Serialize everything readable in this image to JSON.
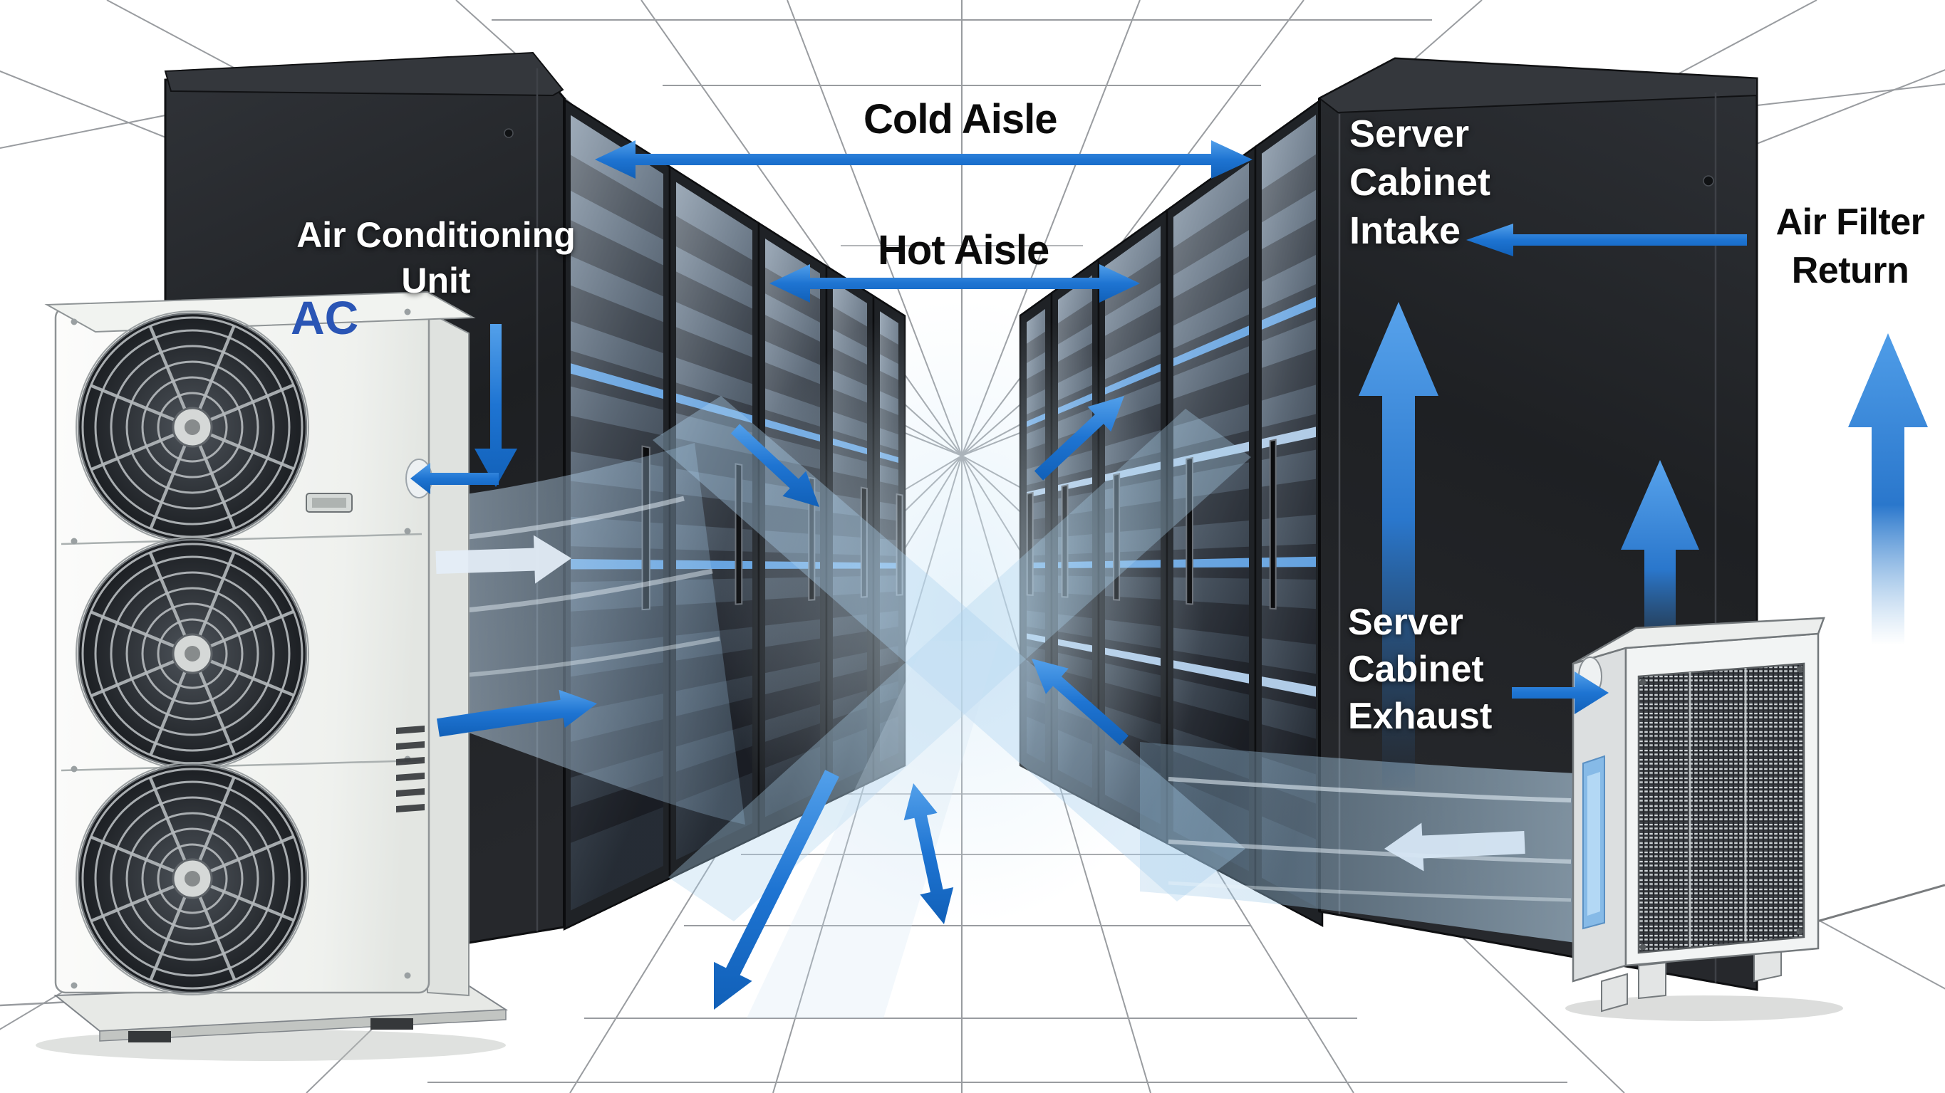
{
  "scene": {
    "type": "data-center-cooling-airflow-diagram",
    "labels": {
      "cold_aisle": "Cold Aisle",
      "hot_aisle": "Hot Aisle",
      "acu_line1": "Air Conditioning",
      "acu_line2": "Unit",
      "ac_badge": "AC",
      "intake_line1": "Server",
      "intake_line2": "Cabinet",
      "intake_line3": "Intake",
      "exhaust_line1": "Server",
      "exhaust_line2": "Cabinet",
      "exhaust_line3": "Exhaust",
      "afr_line1": "Air Filter",
      "afr_line2": "Return"
    },
    "arrows": {
      "cold_aisle": "double-headed-horizontal",
      "hot_aisle": "double-headed-horizontal",
      "ac_supply": "elbow-down-then-left-into-ac-unit",
      "air_filter_return": "left-into-server-cabinet",
      "server_cabinet_intake": "up-inside-cabinet",
      "server_cabinet_exhaust": "right-into-filter-unit",
      "filter_unit_up": "up-from-filter-unit",
      "far_right_up": "up-along-right-wall",
      "aisle_flow": [
        "down-right",
        "up-right",
        "up-left",
        "double-diagonal",
        "long-down-left",
        "stream-right-from-ac",
        "stream-left-into-filter"
      ]
    },
    "colors": {
      "arrow_blue": "#1e74d2",
      "arrow_blue_light": "#53a0ea",
      "arrow_blue_dark": "#1160b8",
      "stream_blue": "#aed2ee",
      "label_dark": "#0b0b0b",
      "label_light": "#ffffff",
      "ac_text_blue": "#2a55b5",
      "cabinet_dark": "#232529",
      "floor_line_gray": "#8f9296"
    }
  }
}
